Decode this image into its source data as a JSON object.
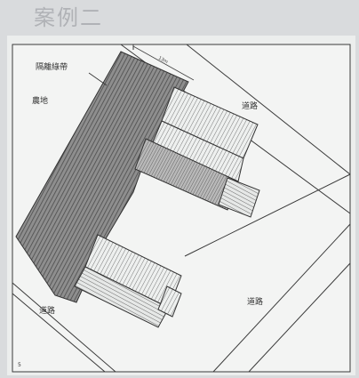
{
  "title": "案例二",
  "labels": {
    "buffer_zone": "隔離綠帶",
    "farmland": "農地",
    "road_top_right": "道路",
    "road_bottom_left": "道路",
    "road_bottom_right": "道路",
    "dimension_tag": "13m",
    "page_number": "5"
  }
}
